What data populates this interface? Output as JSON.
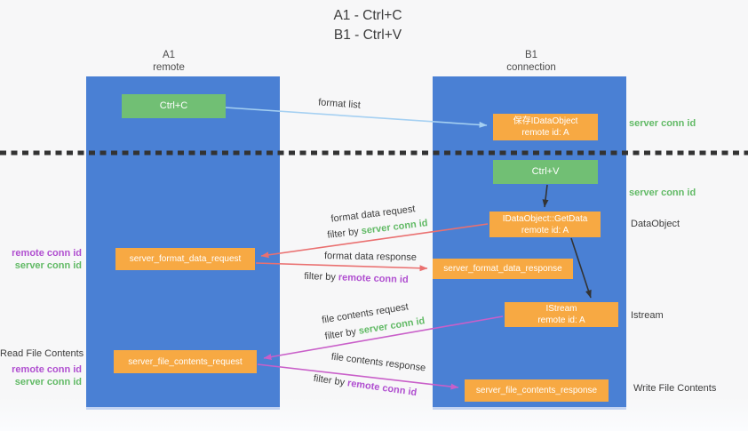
{
  "colors": {
    "column_blue": "#4a80d4",
    "box_green": "#71bf74",
    "box_orange": "#f7a943",
    "arrow_red": "#ea7070",
    "arrow_magenta": "#c95fc9",
    "arrow_blue": "#a5d0f2",
    "arrow_black": "#333333",
    "text_green": "#62ba66",
    "text_purple": "#b04fd0",
    "text_dark": "#3d3d3d"
  },
  "title": {
    "line1": "A1 - Ctrl+C",
    "line2": "B1 - Ctrl+V"
  },
  "columns": {
    "a": {
      "name": "A1",
      "role": "remote"
    },
    "b": {
      "name": "B1",
      "role": "connection"
    }
  },
  "nodes": {
    "ctrl_c": {
      "label": "Ctrl+C"
    },
    "save_idataobject": {
      "line1": "保存IDataObject",
      "line2": "remote id: A"
    },
    "ctrl_v": {
      "label": "Ctrl+V"
    },
    "getdata": {
      "line1": "IDataObject::GetData",
      "line2": "remote id: A"
    },
    "istream": {
      "line1": "IStream",
      "line2": "remote id: A"
    },
    "server_format_data_request": {
      "label": "server_format_data_request"
    },
    "server_format_data_response": {
      "label": "server_format_data_response"
    },
    "server_file_contents_request": {
      "label": "server_file_contents_request"
    },
    "server_file_contents_response": {
      "label": "server_file_contents_response"
    }
  },
  "edges": {
    "format_list": {
      "label": "format list"
    },
    "format_data_request": {
      "label": "format data request",
      "filter_prefix": "filter by ",
      "filter_key": "server conn id"
    },
    "format_data_response": {
      "label": "format data response",
      "filter_prefix": "filter by ",
      "filter_key": "remote conn id"
    },
    "file_contents_request": {
      "label": "file contents request",
      "filter_prefix": "filter by ",
      "filter_key": "server conn id"
    },
    "file_contents_response": {
      "label": "file contents response",
      "filter_prefix": "filter by ",
      "filter_key": "remote conn id"
    }
  },
  "annotations": {
    "right": {
      "server_conn_id_1": "server conn id",
      "server_conn_id_2": "server conn id",
      "dataobject": "DataObject",
      "istream": "Istream",
      "write_file_contents": "Write File Contents"
    },
    "left": {
      "remote_conn_id_1": "remote conn id",
      "server_conn_id_1": "server conn id",
      "read_file_contents": "Read File Contents",
      "remote_conn_id_2": "remote conn id",
      "server_conn_id_2": "server conn id"
    }
  }
}
